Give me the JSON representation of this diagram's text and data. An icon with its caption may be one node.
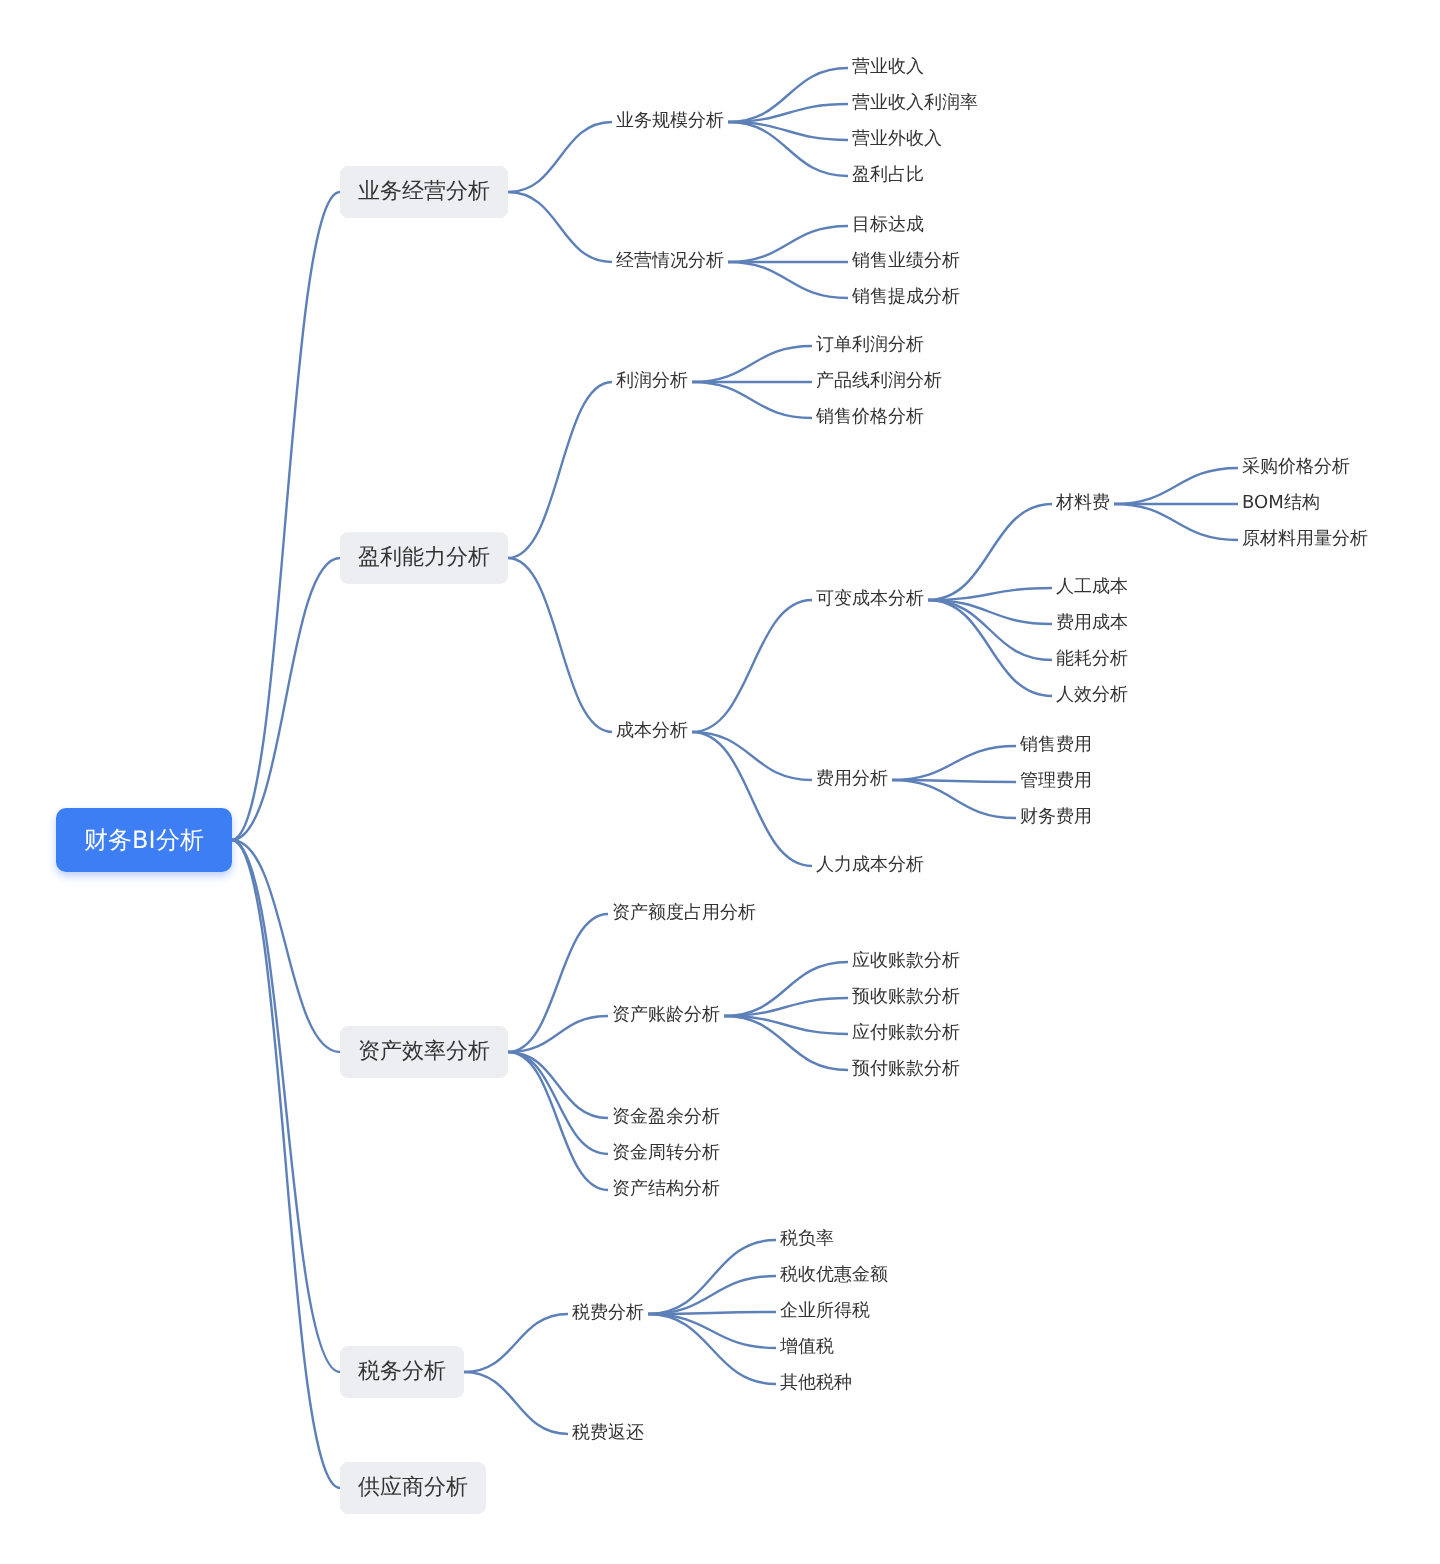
{
  "diagram": {
    "nodes": [
      {
        "text": [
          "财务BI分析"
        ]
      },
      {
        "text": [
          "业务经营分析"
        ]
      },
      {
        "text": [
          "业务规模分析"
        ]
      },
      {
        "text": [
          "营业收入"
        ]
      },
      {
        "text": [
          "营业收入利润率"
        ]
      },
      {
        "text": [
          "营业外收入"
        ]
      },
      {
        "text": [
          "盈利占比"
        ]
      },
      {
        "text": [
          "经营情况分析"
        ]
      },
      {
        "text": [
          "目标达成"
        ]
      },
      {
        "text": [
          "销售业绩分析"
        ]
      },
      {
        "text": [
          "销售提成分析"
        ]
      },
      {
        "text": [
          "盈利能力分析"
        ]
      },
      {
        "text": [
          "利润分析"
        ]
      },
      {
        "text": [
          "订单利润分析"
        ]
      },
      {
        "text": [
          "产品线利润分析"
        ]
      },
      {
        "text": [
          "销售价格分析"
        ]
      },
      {
        "text": [
          "成本分析"
        ]
      },
      {
        "text": [
          "可变成本分析"
        ]
      },
      {
        "text": [
          "材料费"
        ]
      },
      {
        "text": [
          "采购价格分析"
        ]
      },
      {
        "text": [
          "BOM结构"
        ]
      },
      {
        "text": [
          "原材料用量分析"
        ]
      },
      {
        "text": [
          "人工成本"
        ]
      },
      {
        "text": [
          "费用成本"
        ]
      },
      {
        "text": [
          "能耗分析"
        ]
      },
      {
        "text": [
          "人效分析"
        ]
      },
      {
        "text": [
          "费用分析"
        ]
      },
      {
        "text": [
          "销售费用"
        ]
      },
      {
        "text": [
          "管理费用"
        ]
      },
      {
        "text": [
          "财务费用"
        ]
      },
      {
        "text": [
          "人力成本分析"
        ]
      },
      {
        "text": [
          "资产效率分析"
        ]
      },
      {
        "text": [
          "资产额度占用分析"
        ]
      },
      {
        "text": [
          "资产账龄分析"
        ]
      },
      {
        "text": [
          "应收账款分析"
        ]
      },
      {
        "text": [
          "预收账款分析"
        ]
      },
      {
        "text": [
          "应付账款分析"
        ]
      },
      {
        "text": [
          "预付账款分析"
        ]
      },
      {
        "text": [
          "资金盈余分析"
        ]
      },
      {
        "text": [
          "资金周转分析"
        ]
      },
      {
        "text": [
          "资产结构分析"
        ]
      },
      {
        "text": [
          "税务分析"
        ]
      },
      {
        "text": [
          "税费分析"
        ]
      },
      {
        "text": [
          "税负率"
        ]
      },
      {
        "text": [
          "税收优惠金额"
        ]
      },
      {
        "text": [
          "企业所得税"
        ]
      },
      {
        "text": [
          "增值税"
        ]
      },
      {
        "text": [
          "其他税种"
        ]
      },
      {
        "text": [
          "税费返还"
        ]
      },
      {
        "text": [
          "供应商分析"
        ]
      }
    ],
    "edges": [
      {
        "from": 0,
        "to": 1,
        "arrow": "none"
      },
      {
        "from": 1,
        "to": 2,
        "arrow": "none"
      },
      {
        "from": 2,
        "to": 3,
        "arrow": "none"
      },
      {
        "from": 2,
        "to": 4,
        "arrow": "none"
      },
      {
        "from": 2,
        "to": 5,
        "arrow": "none"
      },
      {
        "from": 2,
        "to": 6,
        "arrow": "none"
      },
      {
        "from": 1,
        "to": 7,
        "arrow": "none"
      },
      {
        "from": 7,
        "to": 8,
        "arrow": "none"
      },
      {
        "from": 7,
        "to": 9,
        "arrow": "none"
      },
      {
        "from": 7,
        "to": 10,
        "arrow": "none"
      },
      {
        "from": 0,
        "to": 11,
        "arrow": "none"
      },
      {
        "from": 11,
        "to": 12,
        "arrow": "none"
      },
      {
        "from": 12,
        "to": 13,
        "arrow": "none"
      },
      {
        "from": 12,
        "to": 14,
        "arrow": "none"
      },
      {
        "from": 12,
        "to": 15,
        "arrow": "none"
      },
      {
        "from": 11,
        "to": 16,
        "arrow": "none"
      },
      {
        "from": 16,
        "to": 17,
        "arrow": "none"
      },
      {
        "from": 17,
        "to": 18,
        "arrow": "none"
      },
      {
        "from": 18,
        "to": 19,
        "arrow": "none"
      },
      {
        "from": 18,
        "to": 20,
        "arrow": "none"
      },
      {
        "from": 18,
        "to": 21,
        "arrow": "none"
      },
      {
        "from": 17,
        "to": 22,
        "arrow": "none"
      },
      {
        "from": 17,
        "to": 23,
        "arrow": "none"
      },
      {
        "from": 17,
        "to": 24,
        "arrow": "none"
      },
      {
        "from": 17,
        "to": 25,
        "arrow": "none"
      },
      {
        "from": 16,
        "to": 26,
        "arrow": "none"
      },
      {
        "from": 26,
        "to": 27,
        "arrow": "none"
      },
      {
        "from": 26,
        "to": 28,
        "arrow": "none"
      },
      {
        "from": 26,
        "to": 29,
        "arrow": "none"
      },
      {
        "from": 16,
        "to": 30,
        "arrow": "none"
      },
      {
        "from": 0,
        "to": 31,
        "arrow": "none"
      },
      {
        "from": 31,
        "to": 32,
        "arrow": "none"
      },
      {
        "from": 31,
        "to": 33,
        "arrow": "none"
      },
      {
        "from": 33,
        "to": 34,
        "arrow": "none"
      },
      {
        "from": 33,
        "to": 35,
        "arrow": "none"
      },
      {
        "from": 33,
        "to": 36,
        "arrow": "none"
      },
      {
        "from": 33,
        "to": 37,
        "arrow": "none"
      },
      {
        "from": 31,
        "to": 38,
        "arrow": "none"
      },
      {
        "from": 31,
        "to": 39,
        "arrow": "none"
      },
      {
        "from": 31,
        "to": 40,
        "arrow": "none"
      },
      {
        "from": 0,
        "to": 41,
        "arrow": "none"
      },
      {
        "from": 41,
        "to": 42,
        "arrow": "none"
      },
      {
        "from": 42,
        "to": 43,
        "arrow": "none"
      },
      {
        "from": 42,
        "to": 44,
        "arrow": "none"
      },
      {
        "from": 42,
        "to": 45,
        "arrow": "none"
      },
      {
        "from": 42,
        "to": 46,
        "arrow": "none"
      },
      {
        "from": 42,
        "to": 47,
        "arrow": "none"
      },
      {
        "from": 41,
        "to": 48,
        "arrow": "none"
      },
      {
        "from": 0,
        "to": 49,
        "arrow": "none"
      }
    ]
  }
}
